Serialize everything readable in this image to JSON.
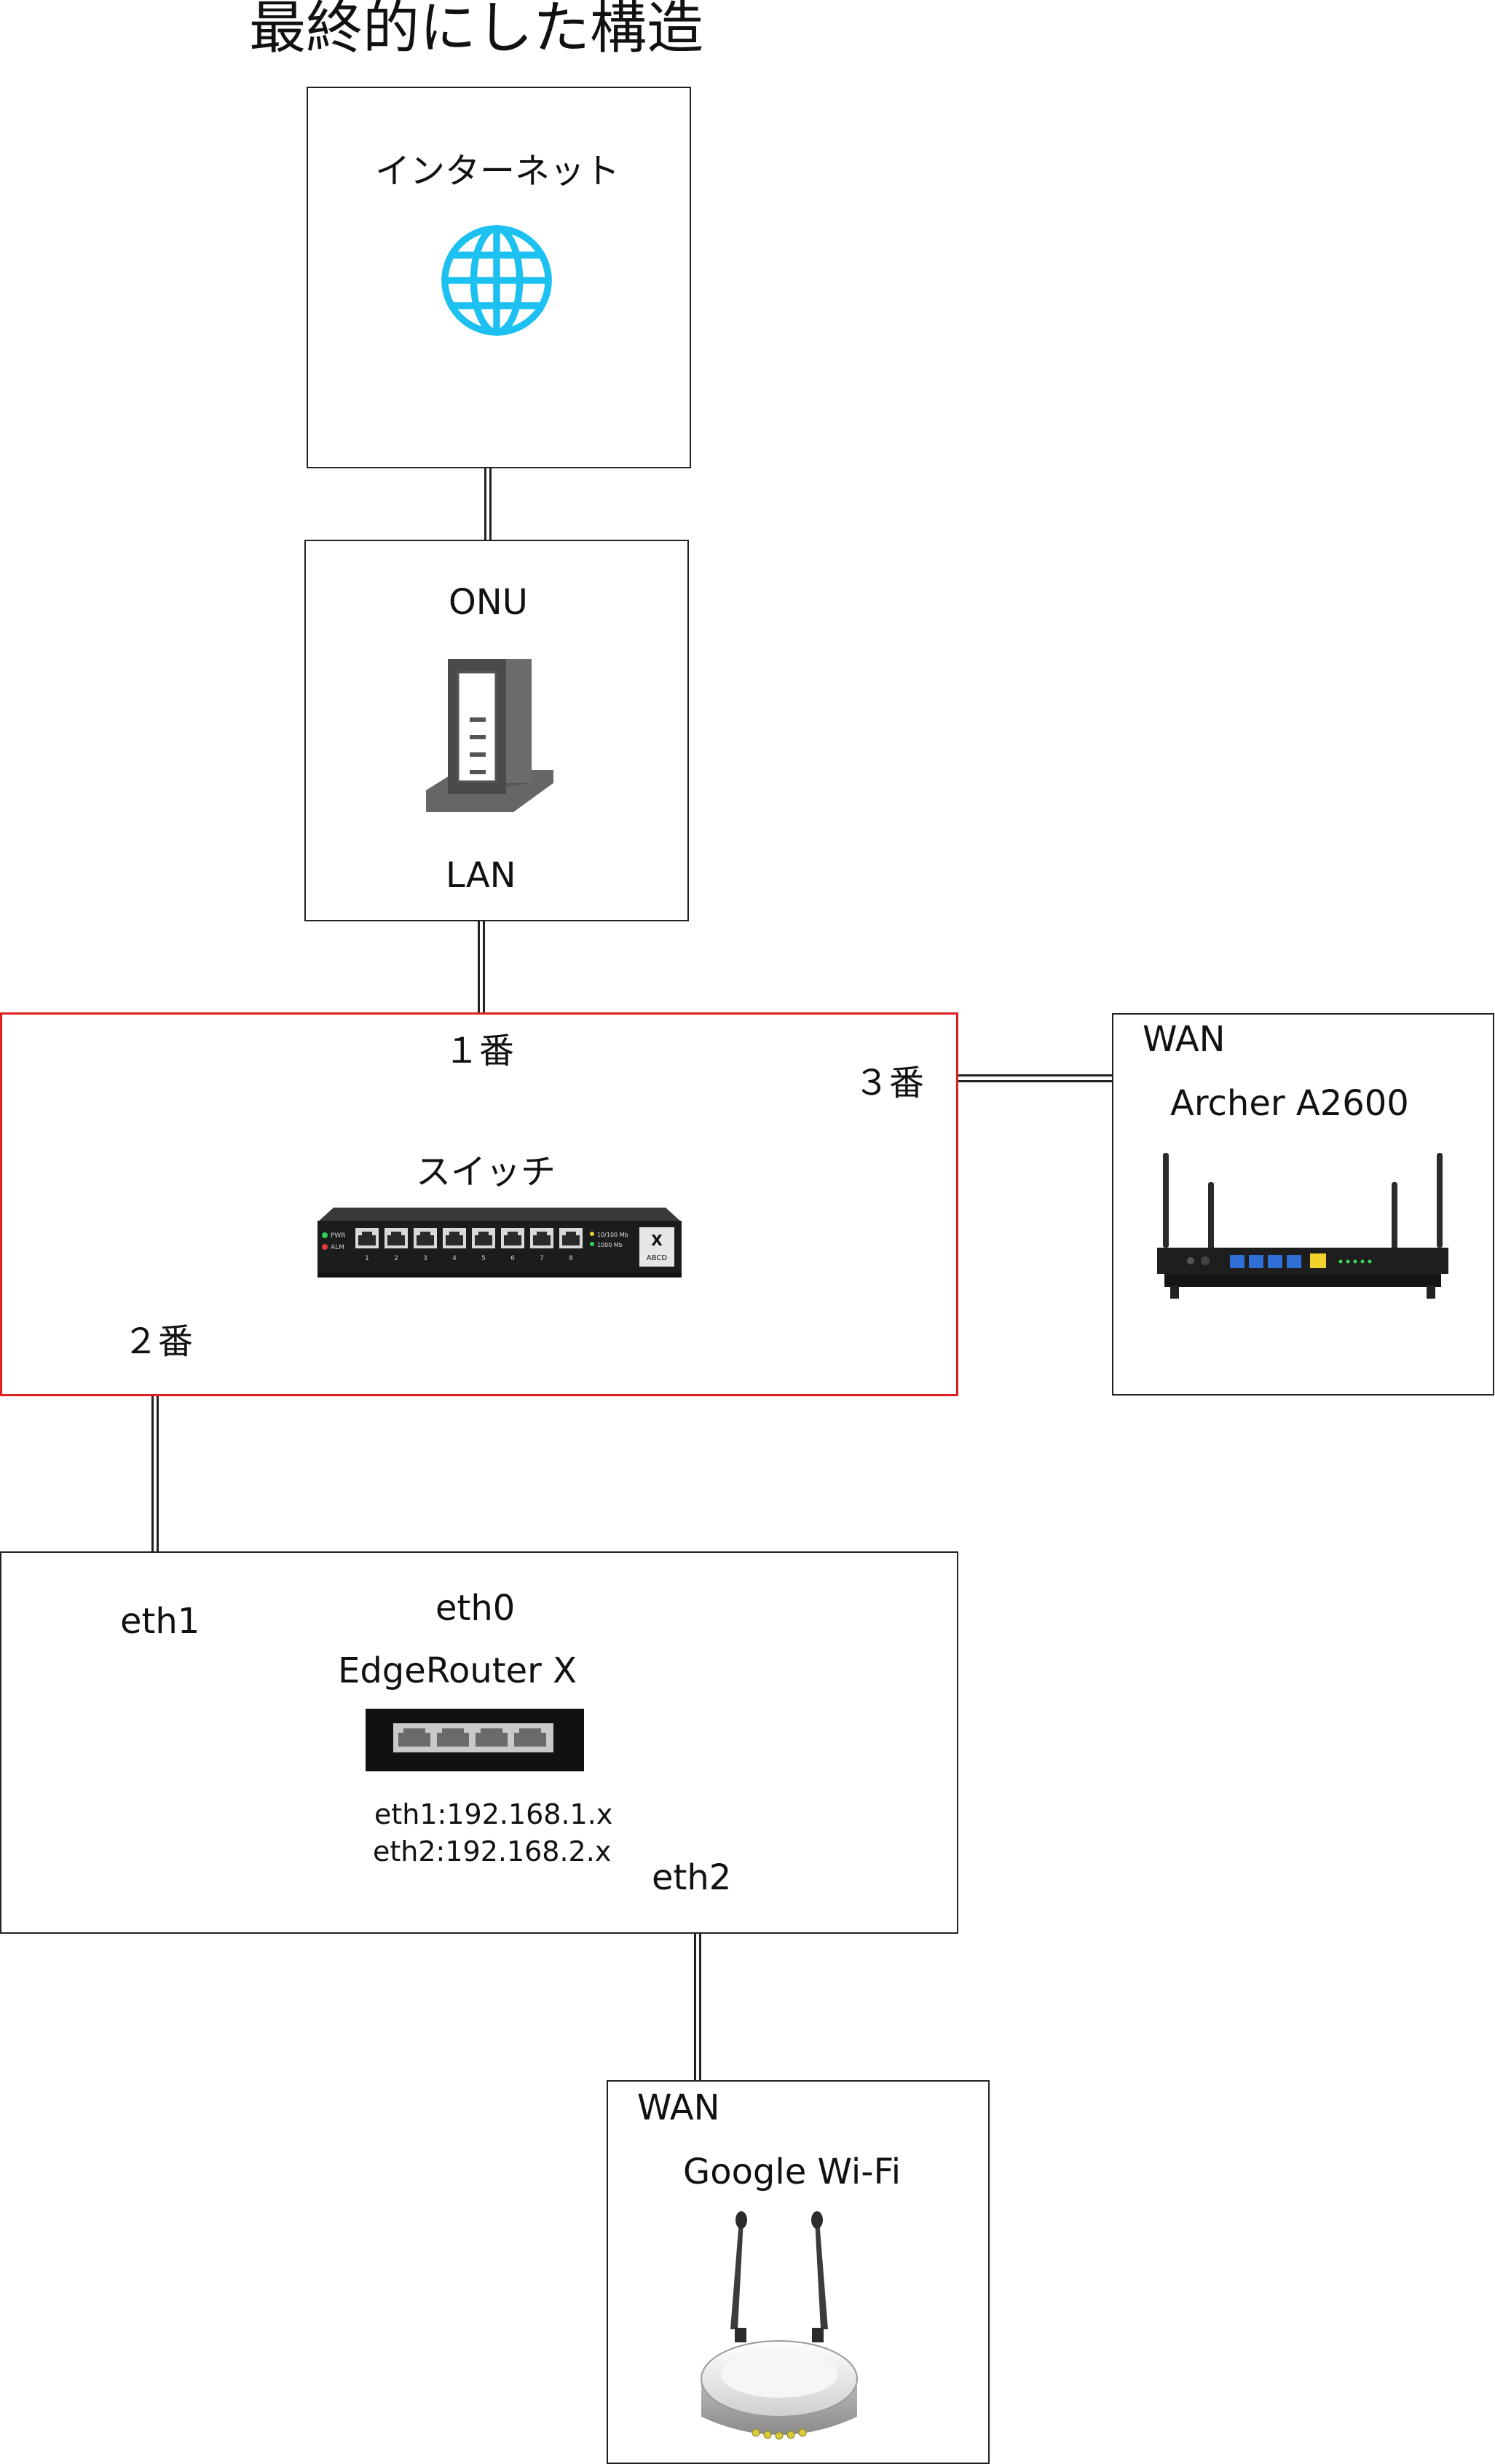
{
  "title": "最終的にした構造",
  "nodes": {
    "internet": {
      "label": "インターネット",
      "icon": "globe-icon",
      "icon_color": "#1cc1f2"
    },
    "onu": {
      "label": "ONU",
      "port_lan": "LAN",
      "icon": "onu-device-icon"
    },
    "switch": {
      "label": "スイッチ",
      "port1": "１番",
      "port2": "２番",
      "port3": "３番",
      "icon": "network-switch-icon",
      "border_color": "#e02020",
      "device_text": {
        "pwr": "PWR",
        "alm": "ALM",
        "speed1": "10/100 Mb",
        "speed2": "1000 Mb",
        "brand": "X",
        "model": "ABCD",
        "port_numbers": [
          "1",
          "2",
          "3",
          "4",
          "5",
          "6",
          "7",
          "8"
        ]
      }
    },
    "archer": {
      "label": "Archer A2600",
      "port_wan": "WAN",
      "icon": "router-icon"
    },
    "edgerouter": {
      "label": "EdgeRouter X",
      "eth0": "eth0",
      "eth1": "eth1",
      "eth2": "eth2",
      "ip_lines": [
        "eth1:192.168.1.x",
        "eth2:192.168.2.x"
      ],
      "icon": "ethernet-ports-icon"
    },
    "googlewifi": {
      "label": "Google Wi-Fi",
      "port_wan": "WAN",
      "icon": "wifi-router-icon"
    }
  }
}
